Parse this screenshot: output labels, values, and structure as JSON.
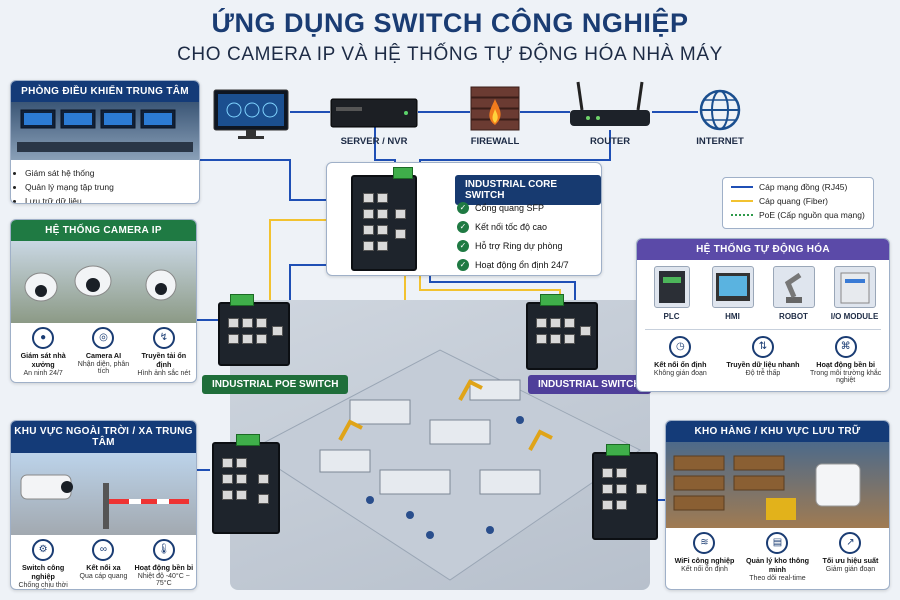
{
  "title": "ỨNG DỤNG SWITCH CÔNG NGHIỆP",
  "subtitle": "CHO CAMERA IP VÀ HỆ THỐNG TỰ ĐỘNG HÓA NHÀ MÁY",
  "colors": {
    "navy": "#143b78",
    "green": "#1f7a43",
    "purple": "#5b4aa8",
    "copper": "#1f4fb5",
    "fiber": "#f2c230",
    "poe": "#2e9a4a"
  },
  "top_devices": [
    {
      "label": "",
      "icon": "monitor-icon"
    },
    {
      "label": "SERVER / NVR",
      "icon": "server-icon"
    },
    {
      "label": "FIREWALL",
      "icon": "firewall-icon"
    },
    {
      "label": "ROUTER",
      "icon": "router-icon"
    },
    {
      "label": "INTERNET",
      "icon": "globe-icon"
    }
  ],
  "control_room": {
    "title": "PHÒNG ĐIỀU KHIỂN TRUNG TÂM",
    "items": [
      "Giám sát hệ thống",
      "Quản lý mạng tập trung",
      "Lưu trữ dữ liệu"
    ]
  },
  "camera_system": {
    "title": "HỆ THỐNG CAMERA IP",
    "features": [
      {
        "title": "Giám sát nhà xưởng",
        "sub": "An ninh 24/7",
        "icon": "person-icon"
      },
      {
        "title": "Camera AI",
        "sub": "Nhận diện, phân tích",
        "icon": "ai-icon"
      },
      {
        "title": "Truyền tải ổn định",
        "sub": "Hình ảnh sắc nét",
        "icon": "signal-icon"
      }
    ]
  },
  "outdoor": {
    "title": "KHU VỰC NGOÀI TRỜI / XA TRUNG TÂM",
    "features": [
      {
        "title": "Switch công nghiệp",
        "sub": "Chống chịu thời tiết",
        "icon": "gear-icon"
      },
      {
        "title": "Kết nối xa",
        "sub": "Qua cáp quang",
        "icon": "link-icon"
      },
      {
        "title": "Hoạt động bền bỉ",
        "sub": "Nhiệt độ -40°C ~ 75°C",
        "icon": "thermo-icon"
      }
    ]
  },
  "core_switch": {
    "label": "INDUSTRIAL CORE SWITCH",
    "features": [
      "Cổng quang SFP",
      "Kết nối tốc độ cao",
      "Hỗ trợ Ring dự phòng",
      "Hoạt động ổn định 24/7"
    ]
  },
  "poe_switch_label": "INDUSTRIAL POE SWITCH",
  "industrial_switch_label": "INDUSTRIAL SWITCH",
  "legend": {
    "items": [
      {
        "label": "Cáp mạng đồng (RJ45)",
        "color": "#1f4fb5",
        "style": "solid"
      },
      {
        "label": "Cáp quang (Fiber)",
        "color": "#f2c230",
        "style": "solid"
      },
      {
        "label": "PoE (Cấp nguồn qua mạng)",
        "color": "#2e9a4a",
        "style": "dotted"
      }
    ]
  },
  "automation": {
    "title": "HỆ THỐNG TỰ ĐỘNG HÓA",
    "devices": [
      "PLC",
      "HMI",
      "ROBOT",
      "I/O MODULE"
    ],
    "features": [
      {
        "title": "Kết nối ổn định",
        "sub": "Không gián đoạn",
        "icon": "clock-icon"
      },
      {
        "title": "Truyền dữ liệu nhanh",
        "sub": "Độ trễ thấp",
        "icon": "data-icon"
      },
      {
        "title": "Hoạt động bền bỉ",
        "sub": "Trong môi trường khắc nghiệt",
        "icon": "network-icon"
      }
    ]
  },
  "warehouse": {
    "title": "KHO HÀNG / KHU VỰC LƯU TRỮ",
    "features": [
      {
        "title": "WiFi công nghiệp",
        "sub": "Kết nối ổn định",
        "icon": "wifi-icon"
      },
      {
        "title": "Quản lý kho thông minh",
        "sub": "Theo dõi real-time",
        "icon": "tablet-icon"
      },
      {
        "title": "Tối ưu hiệu suất",
        "sub": "Giảm gián đoạn",
        "icon": "chart-icon"
      }
    ]
  }
}
